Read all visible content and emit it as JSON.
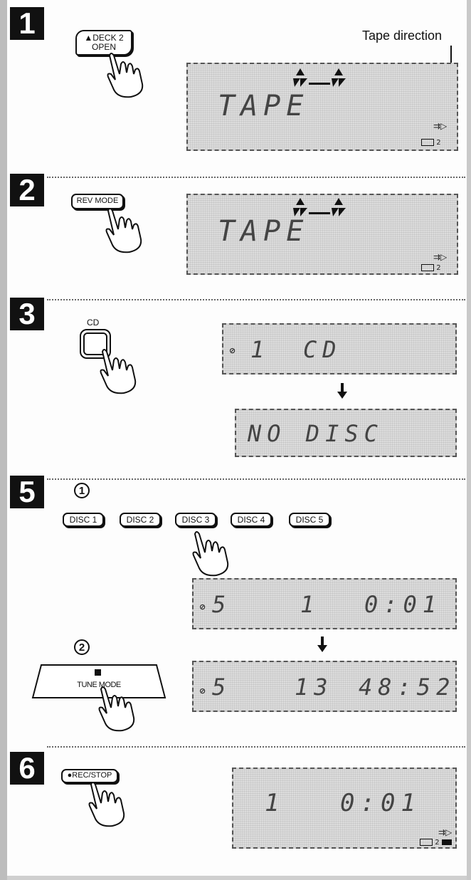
{
  "tape_direction_label": "Tape direction",
  "steps": [
    {
      "number": "1"
    },
    {
      "number": "2"
    },
    {
      "number": "3"
    },
    {
      "number": "5"
    },
    {
      "number": "6"
    }
  ],
  "step1": {
    "button_line1": "DECK 2",
    "button_line2": "OPEN",
    "display_text": "TAPE",
    "direction_indicator": "⇉▷",
    "deck_indicator": "2"
  },
  "step2": {
    "button_label": "REV MODE",
    "display_text": "TAPE",
    "direction_indicator": "⇉▷",
    "deck_indicator": "2"
  },
  "step3": {
    "button_label": "CD",
    "display1_disc": "1",
    "display1_text": "CD",
    "display2_text": "NO DISC"
  },
  "step5": {
    "sub1": "1",
    "sub2": "2",
    "disc_buttons": [
      "DISC 1",
      "DISC 2",
      "DISC 3",
      "DISC 4",
      "DISC 5"
    ],
    "display1_disc": "5",
    "display1_track": "1",
    "display1_time": "0:01",
    "display2_disc": "5",
    "display2_track": "13",
    "display2_time": "48:52",
    "tune_mode_label": "TUNE MODE"
  },
  "step6": {
    "button_label": "●REC/STOP",
    "display_track": "1",
    "display_time": "0:01",
    "direction_indicator": "⇉▷",
    "deck_indicator": "2"
  }
}
